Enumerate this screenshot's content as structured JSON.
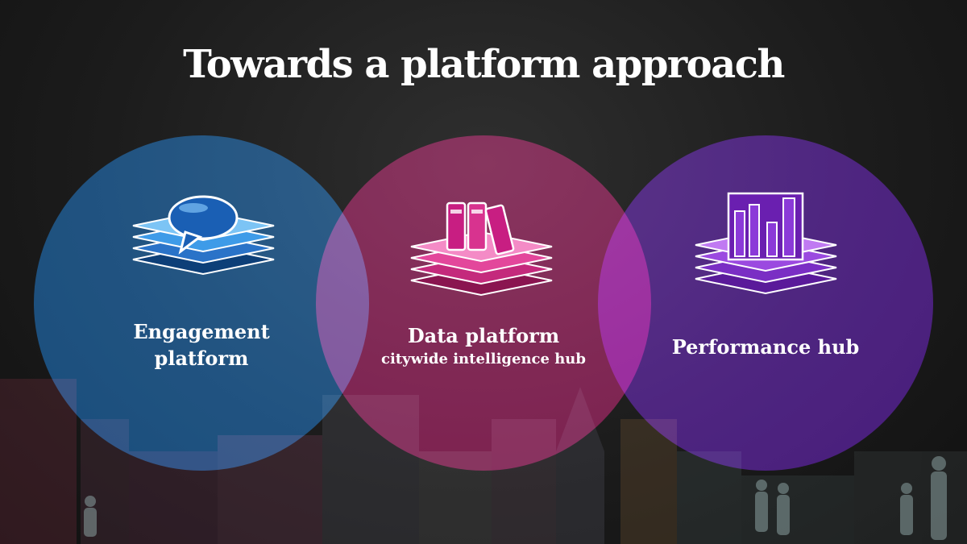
{
  "title": "Towards a platform approach",
  "items": [
    {
      "label_lines": [
        "Engagement",
        "platform"
      ],
      "icon": "speech-bubble-icon",
      "color": "#1a7fd6"
    },
    {
      "label": "Data platform",
      "sublabel": "citywide intelligence hub",
      "icon": "binders-icon",
      "color": "#e6359e"
    },
    {
      "label": "Performance hub",
      "icon": "bar-chart-icon",
      "color": "#a23de0"
    }
  ]
}
